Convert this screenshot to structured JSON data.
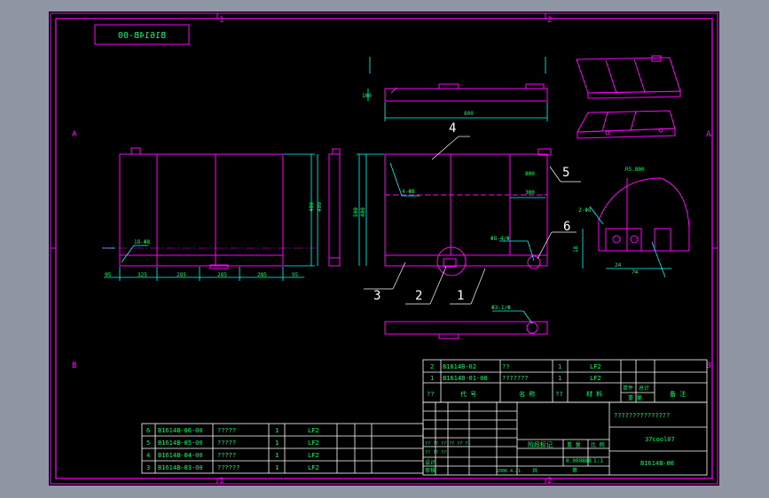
{
  "drawing": {
    "title_stamp": "B1614B-00",
    "zones": {
      "top_1": "1",
      "top_2": "2",
      "bottom_1": "1",
      "bottom_2": "2",
      "left_A": "A",
      "left_B": "B",
      "right_A": "A",
      "right_B": "B"
    },
    "balloons": [
      "4",
      "5",
      "6",
      "3",
      "2",
      "1"
    ],
    "dims": {
      "front_1": "325",
      "front_2": "285",
      "front_3": "285",
      "front_4": "285",
      "front_left": "95",
      "front_right": "95",
      "front_height": "400",
      "front_leader": "18-Φ8",
      "side_height": "400",
      "top_len": "800",
      "top_sub": "100",
      "sect_h1": "500",
      "sect_h2": "400",
      "sect_dim1": "800",
      "sect_dim2": "300",
      "sect_hole": "4-Φ8",
      "sect_holes2": "Φ8-4/Φ",
      "bottom_hole": "Φ3-1/Φ",
      "detail_r": "R5.800",
      "detail_cut": "2-Φ8",
      "detail_w1": "24",
      "detail_w2": "74",
      "detail_h": "18"
    },
    "upper_table": {
      "rows": [
        {
          "no": "2",
          "code": "B1614B-02",
          "name": "??",
          "qty": "1",
          "mat": "LF2"
        },
        {
          "no": "1",
          "code": "B1614B-01-00",
          "name": "???????",
          "qty": "1",
          "mat": "LF2"
        }
      ],
      "header": [
        "??",
        "代 号",
        "名 称",
        "??",
        "材 料",
        "单件",
        "总计",
        "备 注"
      ],
      "header_sub": "重 量"
    },
    "lower_table": {
      "rows": [
        {
          "no": "6",
          "code": "B1614B-06-00",
          "name": "?????",
          "qty": "1",
          "mat": "LF2"
        },
        {
          "no": "5",
          "code": "B1614B-05-00",
          "name": "?????",
          "qty": "1",
          "mat": "LF2"
        },
        {
          "no": "4",
          "code": "B1614B-04-00",
          "name": "?????",
          "qty": "1",
          "mat": "LF2"
        },
        {
          "no": "3",
          "code": "B1614B-03-00",
          "name": "??????",
          "qty": "1",
          "mat": "LF2"
        }
      ]
    },
    "title_block": {
      "company": "???????????????",
      "project": "37cool07",
      "drawing_no": "B1614B-00",
      "stage_label": "阶段标记",
      "weight_label": "重 量",
      "scale_label": "比 例",
      "scale_value": "1:1",
      "weight_value": "0.000888",
      "sheet_label": "共",
      "sheet_of": "第",
      "design": "设计",
      "review": "审核",
      "date": "2006.4.21",
      "mark_row": "?? ?? ?? ?? ?? ??",
      "row_label": "?? ?? ??"
    }
  }
}
